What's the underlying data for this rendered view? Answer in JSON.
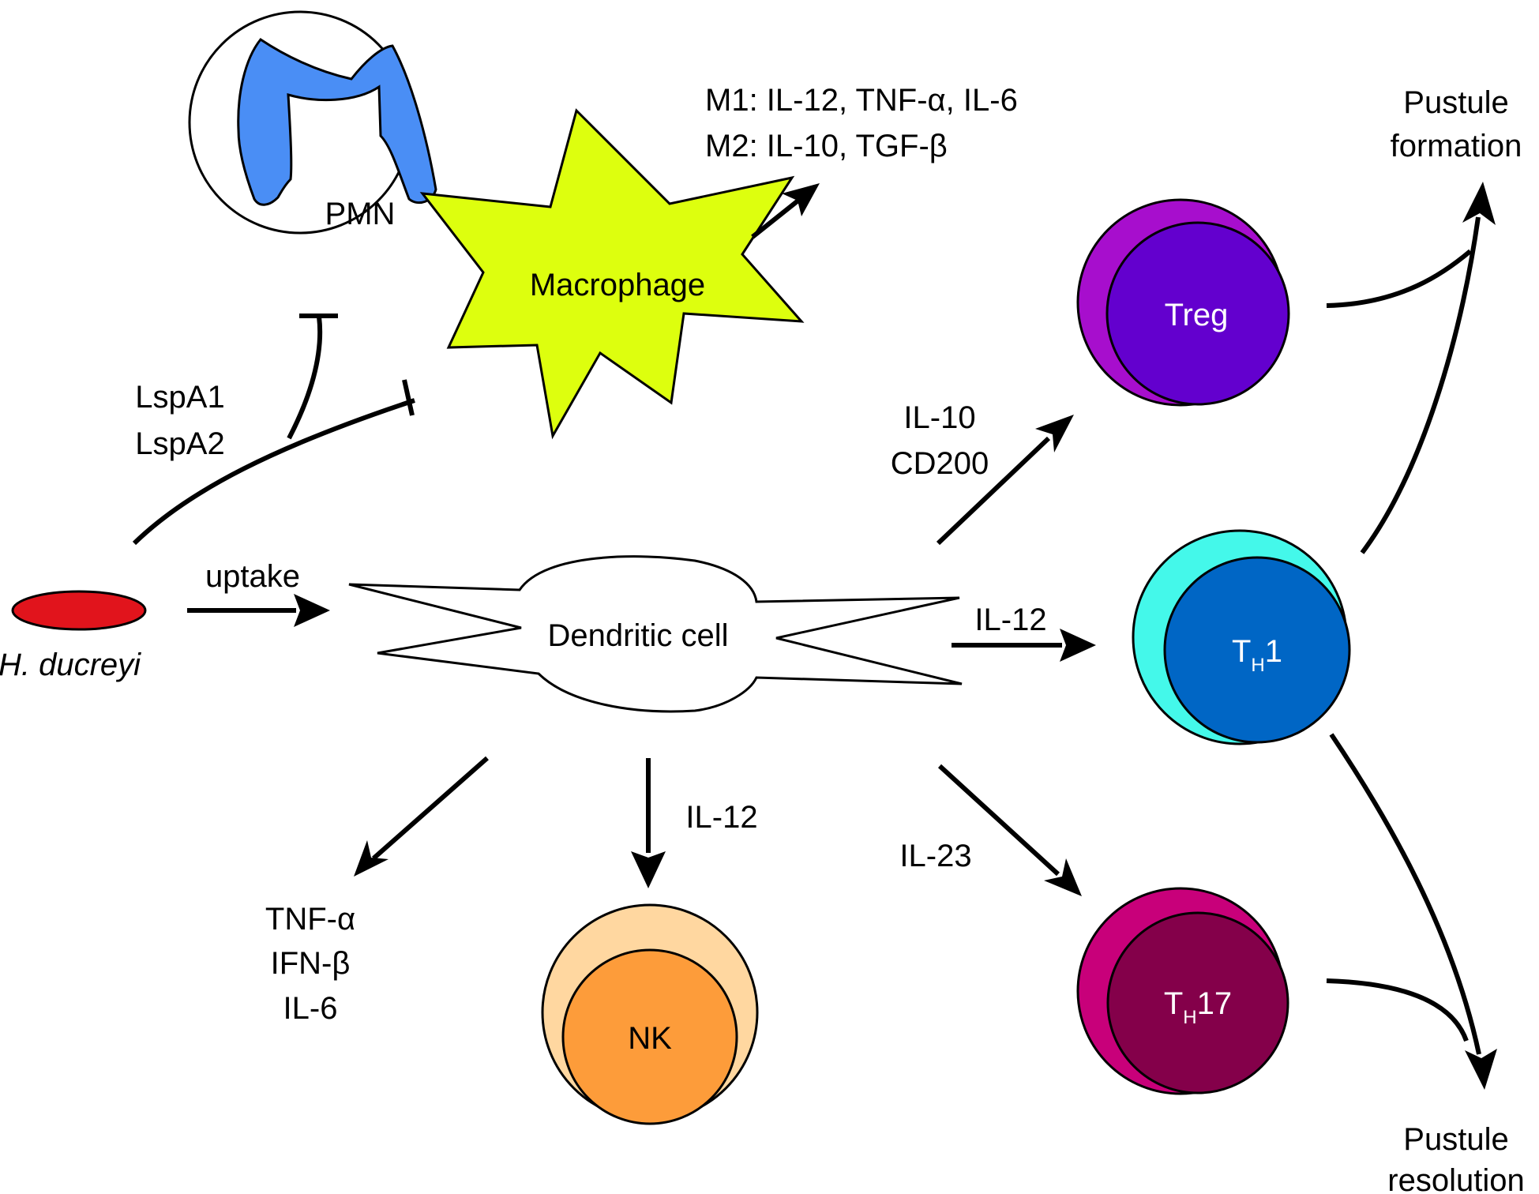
{
  "colors": {
    "pathogen": "#e1141c",
    "pmn_nucleus": "#4a8ef5",
    "macrophage": "#ddff0e",
    "treg_outer": "#a70ecd",
    "treg_inner": "#6300ce",
    "th1_outer": "#44f8ea",
    "th1_inner": "#0066c5",
    "th17_outer": "#c8007a",
    "th17_inner": "#84004a",
    "nk_outer": "#ffd7a0",
    "nk_inner": "#fd9c3a",
    "arrows": "#000000"
  },
  "cells": {
    "pathogen": "H. ducreyi",
    "pmn": "PMN",
    "macrophage": "Macrophage",
    "dendritic": "Dendritic cell",
    "treg": "Treg",
    "th1": {
      "main": "T",
      "sub": "H",
      "suffix": "1"
    },
    "th17": {
      "main": "T",
      "sub": "H",
      "suffix": "17"
    },
    "nk": "NK"
  },
  "labels": {
    "uptake": "uptake",
    "lspa1": "LspA1",
    "lspa2": "LspA2",
    "m1": "M1: IL-12, TNF-α, IL-6",
    "m2": "M2: IL-10, TGF-β",
    "treg_signal_1": "IL-10",
    "treg_signal_2": "CD200",
    "th1_signal": "IL-12",
    "th17_signal": "IL-23",
    "nk_signal": "IL-12",
    "dc_cytokines": [
      "TNF-α",
      "IFN-β",
      "IL-6"
    ]
  },
  "outcomes": {
    "formation_1": "Pustule",
    "formation_2": "formation",
    "resolution_1": "Pustule",
    "resolution_2": "resolution"
  }
}
